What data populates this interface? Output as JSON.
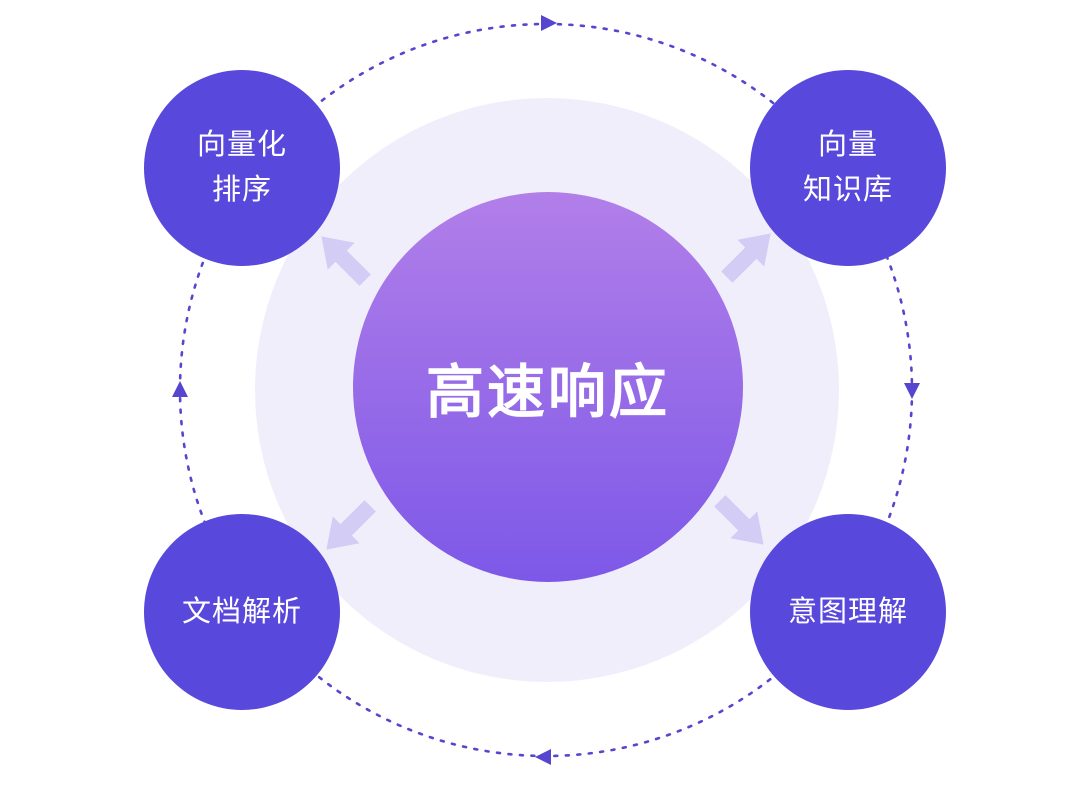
{
  "center": {
    "label": "高速响应"
  },
  "satellites": [
    {
      "id": "top-left",
      "lines": [
        "向量化",
        "排序"
      ]
    },
    {
      "id": "top-right",
      "lines": [
        "向量",
        "知识库"
      ]
    },
    {
      "id": "bottom-left",
      "lines": [
        "文档解析"
      ]
    },
    {
      "id": "bottom-right",
      "lines": [
        "意图理解"
      ]
    }
  ],
  "colors": {
    "background": "#ffffff",
    "satellite": "#5848db",
    "orbit": "#5646cf",
    "halo": "#f1eefb",
    "center_gradient_top": "#b27fe9",
    "center_gradient_bottom": "#7d58e8",
    "arrow": "#d3cdf6",
    "text": "#ffffff"
  }
}
